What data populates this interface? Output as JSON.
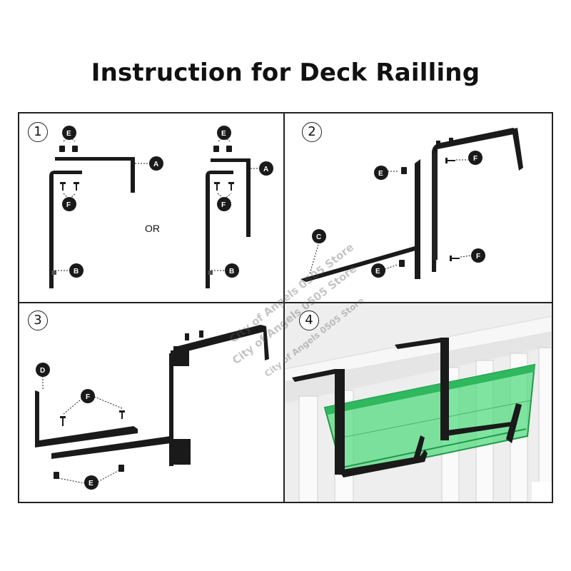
{
  "title": "Instruction for Deck Railling",
  "steps": [
    {
      "number": "1",
      "or_label": "OR"
    },
    {
      "number": "2"
    },
    {
      "number": "3"
    },
    {
      "number": "4"
    }
  ],
  "part_labels": {
    "A": "A",
    "B": "B",
    "C": "C",
    "D": "D",
    "E": "E",
    "F": "F"
  },
  "watermark": [
    "City of Angels 0505 Store",
    "City of Angels 0505 Store",
    "City of Angels 0505 Store"
  ],
  "colors": {
    "bracket": "#1a1a1a",
    "planter": "#3fd872",
    "railing": "#f2f2f2"
  }
}
